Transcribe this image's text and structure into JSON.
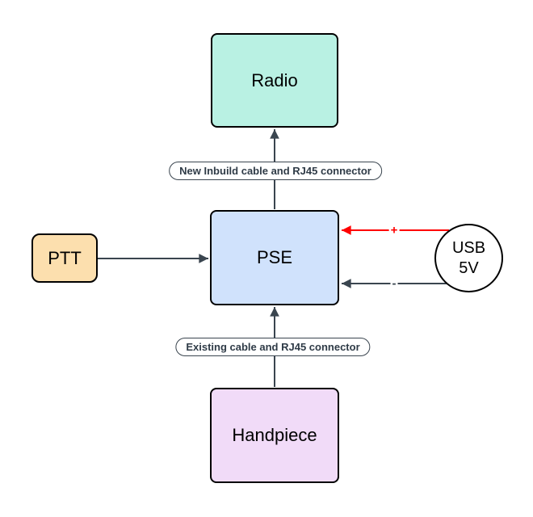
{
  "diagram": {
    "nodes": {
      "radio": {
        "label": "Radio",
        "fill": "#B9F1E3"
      },
      "pse": {
        "label": "PSE",
        "fill": "#D0E2FC"
      },
      "ptt": {
        "label": "PTT",
        "fill": "#FCDFAE"
      },
      "handpiece": {
        "label": "Handpiece",
        "fill": "#F1DBF8"
      },
      "usb": {
        "line1": "USB",
        "line2": "5V",
        "fill": "#FFFFFF"
      }
    },
    "edge_labels": {
      "new_inbuild": "New Inbuild cable and RJ45 connector",
      "existing": "Existing cable and RJ45 connector",
      "positive": "+",
      "negative": "-"
    },
    "colors": {
      "background": "#FFFFFF",
      "connector": "#3A454F",
      "positive_wire": "#FF0000",
      "node_border": "#000000",
      "pill_border": "#3A454F",
      "pill_text": "#2F3B47"
    }
  }
}
